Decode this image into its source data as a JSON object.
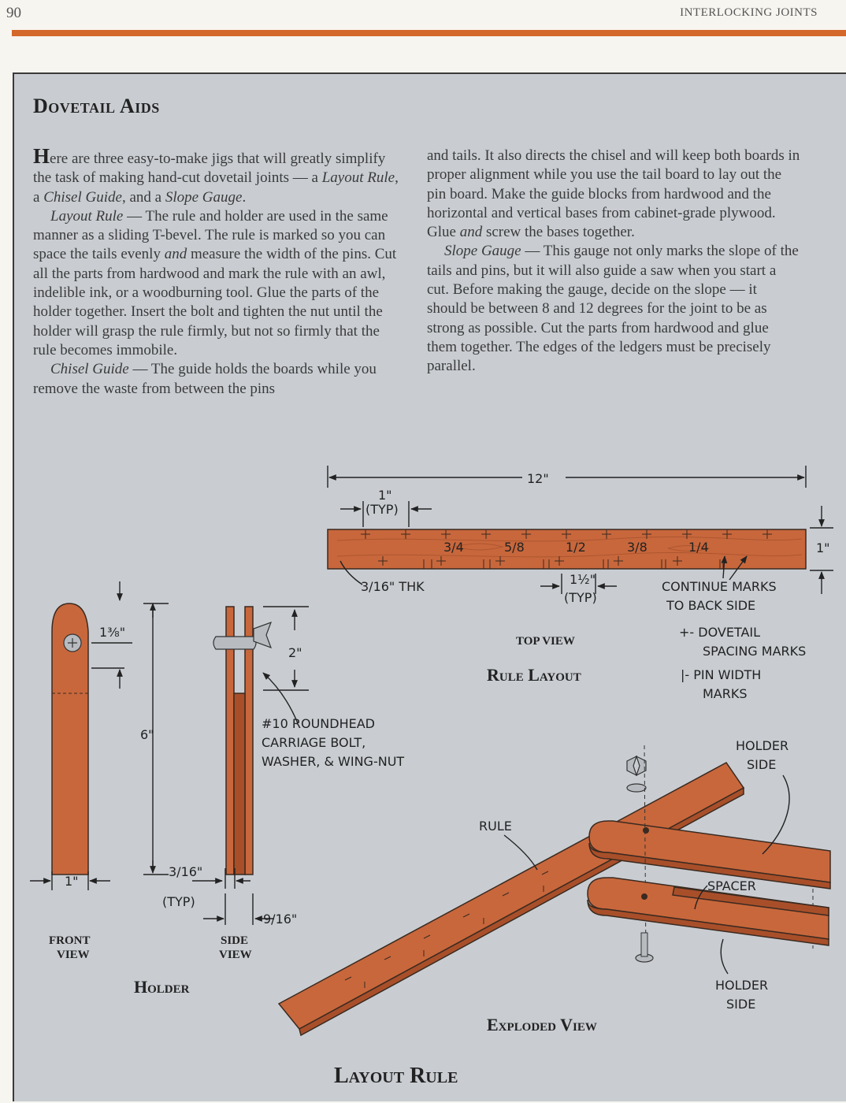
{
  "header": {
    "page_number": "90",
    "running_head": "INTERLOCKING JOINTS"
  },
  "sidebar": {
    "title": "Dovetail Aids",
    "col1": {
      "p1_dropcap": "H",
      "p1_text": "ere are three easy-to-make jigs that will greatly simplify the task of making hand-cut dovetail joints — a ",
      "p1_em1": "Layout Rule",
      "p1_mid1": ", a ",
      "p1_em2": "Chisel Guide",
      "p1_mid2": ", and a ",
      "p1_em3": "Slope Gauge",
      "p1_end": ".",
      "p2_em": "Layout Rule",
      "p2_text1": " — The rule and holder are used in the same manner as a sliding T-bevel. The rule is marked so you can space the tails evenly ",
      "p2_em2": "and",
      "p2_text2": " measure the width of the pins. Cut all the parts from hardwood and mark the rule with an awl, indelible ink, or a woodburning tool. Glue the parts of the holder together. Insert the bolt and tighten the nut until the holder will grasp the rule firmly, but not so firmly that the rule becomes immobile.",
      "p3_em": "Chisel Guide",
      "p3_text": " — The guide holds the boards while you remove the waste from between the pins"
    },
    "col2": {
      "p1_text1": "and tails. It also directs the chisel and will keep both boards in proper alignment while you use the tail board to lay out the pin board. Make the guide blocks from hardwood and the horizontal and vertical bases from cabinet-grade plywood. Glue ",
      "p1_em": "and",
      "p1_text2": " screw the bases together.",
      "p2_em": "Slope Gauge",
      "p2_text": " — This gauge not only marks the slope of the tails and pins, but it will also guide a saw when you start a cut. Before making the gauge, decide on the slope — it should be between 8 and 12 degrees for the joint to be as strong as possible. Cut the parts from hardwood and glue them together. The edges of the ledgers must be precisely parallel."
    }
  },
  "drawing": {
    "rule_layout": {
      "dim_length": "12\"",
      "dim_spacing": "1\"",
      "dim_spacing_typ": "(TYP)",
      "dim_width": "1\"",
      "dim_thickness": "3/16\" THK",
      "dim_pin": "1½\"",
      "dim_pin_typ": "(TYP)",
      "fractions": [
        "3/4",
        "5/8",
        "1/2",
        "3/8",
        "1/4"
      ],
      "note_continue": "CONTINUE MARKS",
      "note_back": "TO BACK SIDE",
      "legend_dovetail_1": "+- DOVETAIL",
      "legend_dovetail_2": "SPACING MARKS",
      "legend_pin_1": "|- PIN WIDTH",
      "legend_pin_2": "MARKS",
      "view_label": "TOP VIEW",
      "title": "Rule Layout"
    },
    "holder": {
      "dim_height": "6\"",
      "dim_hole": "1⅜\"",
      "dim_width": "1\"",
      "dim_slot": "2\"",
      "dim_side": "3/16\"",
      "dim_side_typ": "(TYP)",
      "dim_thick": "9/16\"",
      "bolt_note_1": "#10 ROUNDHEAD",
      "bolt_note_2": "CARRIAGE BOLT,",
      "bolt_note_3": "WASHER, & WING-NUT",
      "front_view_1": "FRONT",
      "front_view_2": "VIEW",
      "side_view_1": "SIDE",
      "side_view_2": "VIEW",
      "title": "Holder"
    },
    "exploded": {
      "holder_side_top_1": "HOLDER",
      "holder_side_top_2": "SIDE",
      "rule_label": "RULE",
      "spacer_label": "SPACER",
      "holder_side_bottom_1": "HOLDER",
      "holder_side_bottom_2": "SIDE",
      "title": "Exploded View"
    },
    "main_title": "Layout Rule"
  }
}
